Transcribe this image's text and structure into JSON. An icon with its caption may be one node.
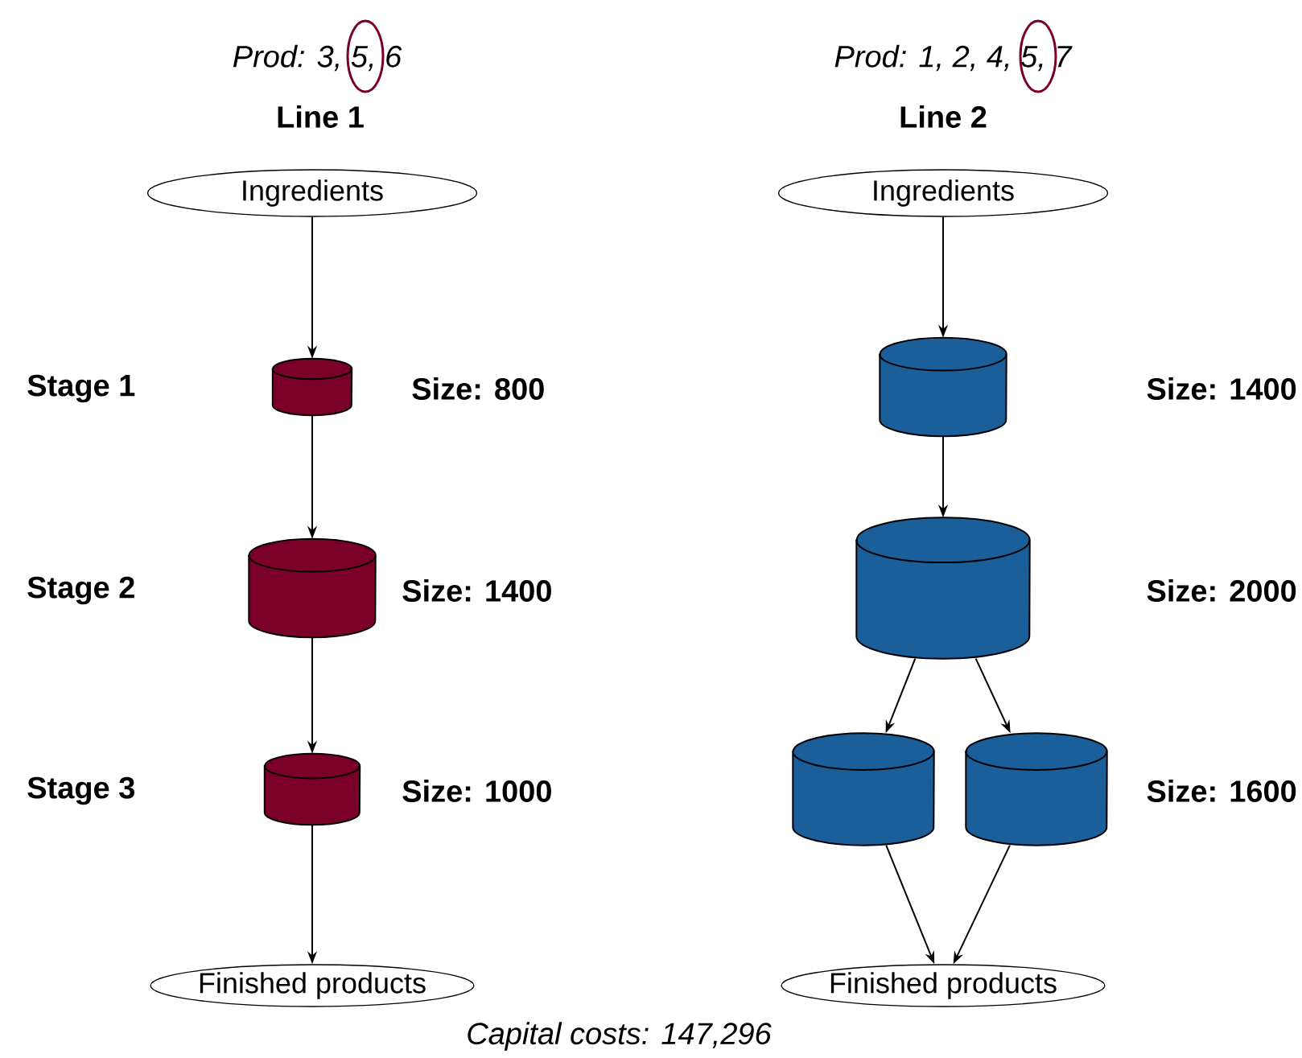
{
  "diagram": {
    "nodes": [
      {
        "text": [
          "Ingredients"
        ]
      },
      {
        "text": [],
        "shape": "cylinder"
      },
      {
        "text": [],
        "shape": "cylinder"
      },
      {
        "text": [],
        "shape": "cylinder"
      },
      {
        "text": [
          "Finished products"
        ]
      },
      {
        "text": [
          "Ingredients"
        ]
      },
      {
        "text": [],
        "shape": "cylinder"
      },
      {
        "text": [],
        "shape": "cylinder"
      },
      {
        "text": [],
        "shape": "cylinder"
      },
      {
        "text": [],
        "shape": "cylinder"
      },
      {
        "text": [
          "Finished products"
        ]
      }
    ],
    "edges": [
      {
        "from": 0,
        "to": 1,
        "arrow": "to"
      },
      {
        "from": 1,
        "to": 2,
        "arrow": "to"
      },
      {
        "from": 2,
        "to": 3,
        "arrow": "to"
      },
      {
        "from": 3,
        "to": 4,
        "arrow": "to"
      },
      {
        "from": 5,
        "to": 6,
        "arrow": "to"
      },
      {
        "from": 6,
        "to": 7,
        "arrow": "to"
      },
      {
        "from": 7,
        "to": 8,
        "arrow": "to"
      },
      {
        "from": 7,
        "to": 9,
        "arrow": "to"
      },
      {
        "from": 8,
        "to": 10,
        "arrow": "to"
      },
      {
        "from": 9,
        "to": 10,
        "arrow": "to"
      }
    ],
    "labels": [
      "Prod: 3, 5, 6",
      "Prod: 1, 2, 4, 5, 7",
      "Line 1",
      "Line 2",
      "Stage 1",
      "Size: 800",
      "Size: 1400",
      "Stage 2",
      "Size: 1400",
      "Size: 2000",
      "Stage 3",
      "Size: 1000",
      "Size: 1600",
      "Capital costs: 147,296"
    ]
  }
}
